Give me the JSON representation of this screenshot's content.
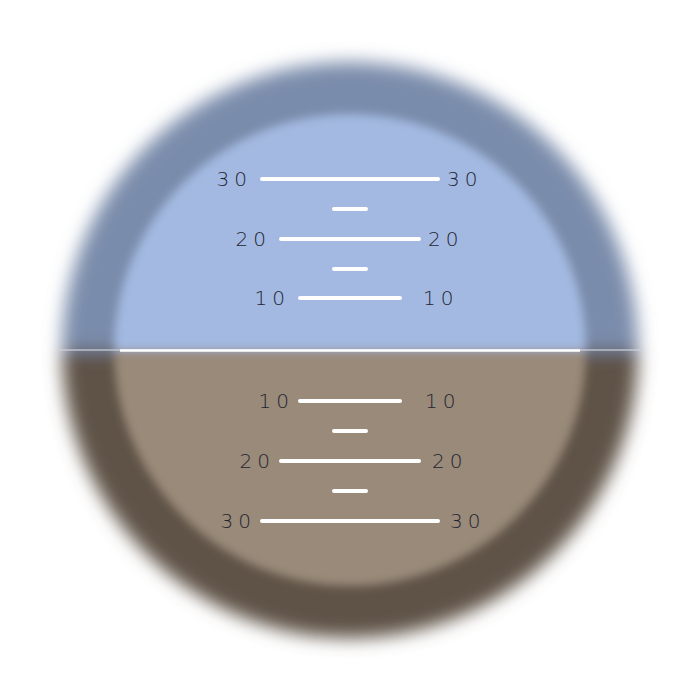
{
  "diagram": {
    "labels": [
      "30",
      "30",
      "20",
      "20",
      "10",
      "10",
      "10",
      "10",
      "20",
      "20",
      "30",
      "30"
    ]
  }
}
